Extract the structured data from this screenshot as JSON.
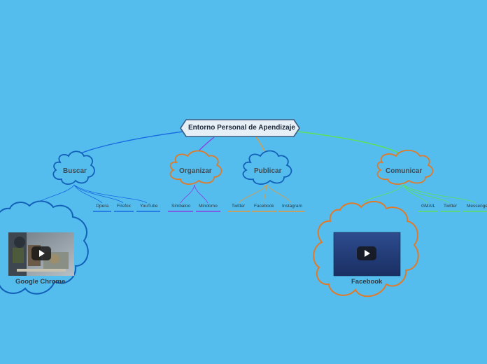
{
  "colors": {
    "background": "#55BDED",
    "root_fill": "#E6EEF6",
    "root_stroke": "#3B5B80",
    "cloud_fill": "#55BDED",
    "branch_buscar": "#1769E0",
    "branch_organizar": "#8A3FE0",
    "branch_publicar": "#E39A3C",
    "branch_comunicar": "#5FE05A",
    "cloud_blue": "#1260B8",
    "cloud_orange": "#E07A2A"
  },
  "root": {
    "label": "Entorno Personal de Apendizaje"
  },
  "topics": [
    {
      "id": "buscar",
      "label": "Buscar",
      "color": "#1769E0",
      "cloud": "#1260B8",
      "leaves": [
        "Opera",
        "Firefox",
        "YouTube"
      ]
    },
    {
      "id": "organizar",
      "label": "Organizar",
      "color": "#8A3FE0",
      "cloud": "#E07A2A",
      "leaves": [
        "Simbaloo",
        "Mindomo"
      ]
    },
    {
      "id": "publicar",
      "label": "Publicar",
      "color": "#E39A3C",
      "cloud": "#1260B8",
      "leaves": [
        "Twitter",
        "Facebook",
        "Instagram"
      ]
    },
    {
      "id": "comunicar",
      "label": "Comunicar",
      "color": "#5FE05A",
      "cloud": "#E07A2A",
      "leaves": [
        "GMAIL",
        "Twitter",
        "Messenger"
      ]
    }
  ],
  "media": [
    {
      "id": "chrome",
      "label": "Google Chrome",
      "icon": "video-play-icon"
    },
    {
      "id": "facebook",
      "label": "Facebook",
      "icon": "video-play-icon"
    }
  ]
}
